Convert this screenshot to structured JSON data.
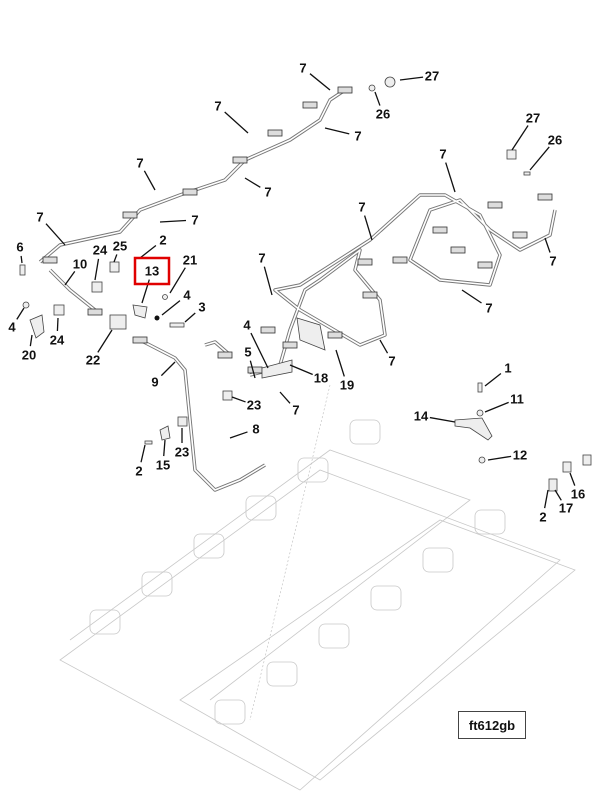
{
  "diagram": {
    "callouts": [
      "7",
      "27",
      "26",
      "7",
      "7",
      "7",
      "7",
      "7",
      "7",
      "27",
      "26",
      "7",
      "7",
      "7",
      "7",
      "7",
      "7",
      "7",
      "6",
      "24",
      "25",
      "2",
      "13",
      "21",
      "10",
      "4",
      "3",
      "4",
      "20",
      "24",
      "22",
      "9",
      "4",
      "5",
      "18",
      "19",
      "23",
      "8",
      "2",
      "15",
      "23",
      "1",
      "11",
      "14",
      "12",
      "16",
      "2",
      "17"
    ],
    "highlighted_callout": "13",
    "highlight_color": "#e00000",
    "figure_id": "ft612gb"
  }
}
